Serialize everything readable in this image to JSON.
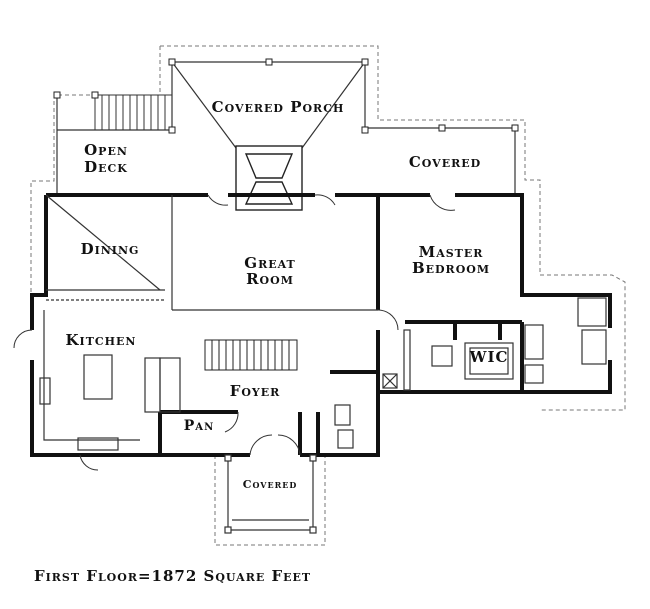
{
  "rooms": {
    "covered_porch": "Covered Porch",
    "open_deck_1": "Open",
    "open_deck_2": "Deck",
    "covered_right": "Covered",
    "dining": "Dining",
    "great_room_1": "Great",
    "great_room_2": "Room",
    "master_bedroom_1": "Master",
    "master_bedroom_2": "Bedroom",
    "kitchen": "Kitchen",
    "wic": "WIC",
    "foyer": "Foyer",
    "pan": "Pan",
    "covered_entry": "Covered"
  },
  "caption": "First Floor=1872 Square Feet",
  "colors": {
    "wall": "#111111",
    "dashed": "#777777",
    "background": "#ffffff"
  }
}
